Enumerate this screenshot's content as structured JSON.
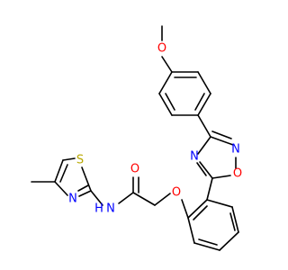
{
  "molecule": {
    "colors": {
      "bond": "#000000",
      "oxygen": "#ff0000",
      "nitrogen": "#0000ff",
      "sulfur": "#b8a800"
    },
    "atoms": {
      "o_methoxy": {
        "label": "O",
        "element": "oxygen"
      },
      "n_oxadiazole_top": {
        "label": "N",
        "element": "nitrogen"
      },
      "n_oxadiazole_left": {
        "label": "N",
        "element": "nitrogen"
      },
      "o_oxadiazole": {
        "label": "O",
        "element": "oxygen"
      },
      "o_carbonyl": {
        "label": "O",
        "element": "oxygen"
      },
      "o_ether": {
        "label": "O",
        "element": "oxygen"
      },
      "s_thiazole": {
        "label": "S",
        "element": "sulfur"
      },
      "n_thiazole": {
        "label": "N",
        "element": "nitrogen"
      },
      "nh_amide": {
        "label": "N",
        "element": "nitrogen"
      },
      "h_amide": {
        "label": "H",
        "element": "nitrogen"
      }
    }
  }
}
